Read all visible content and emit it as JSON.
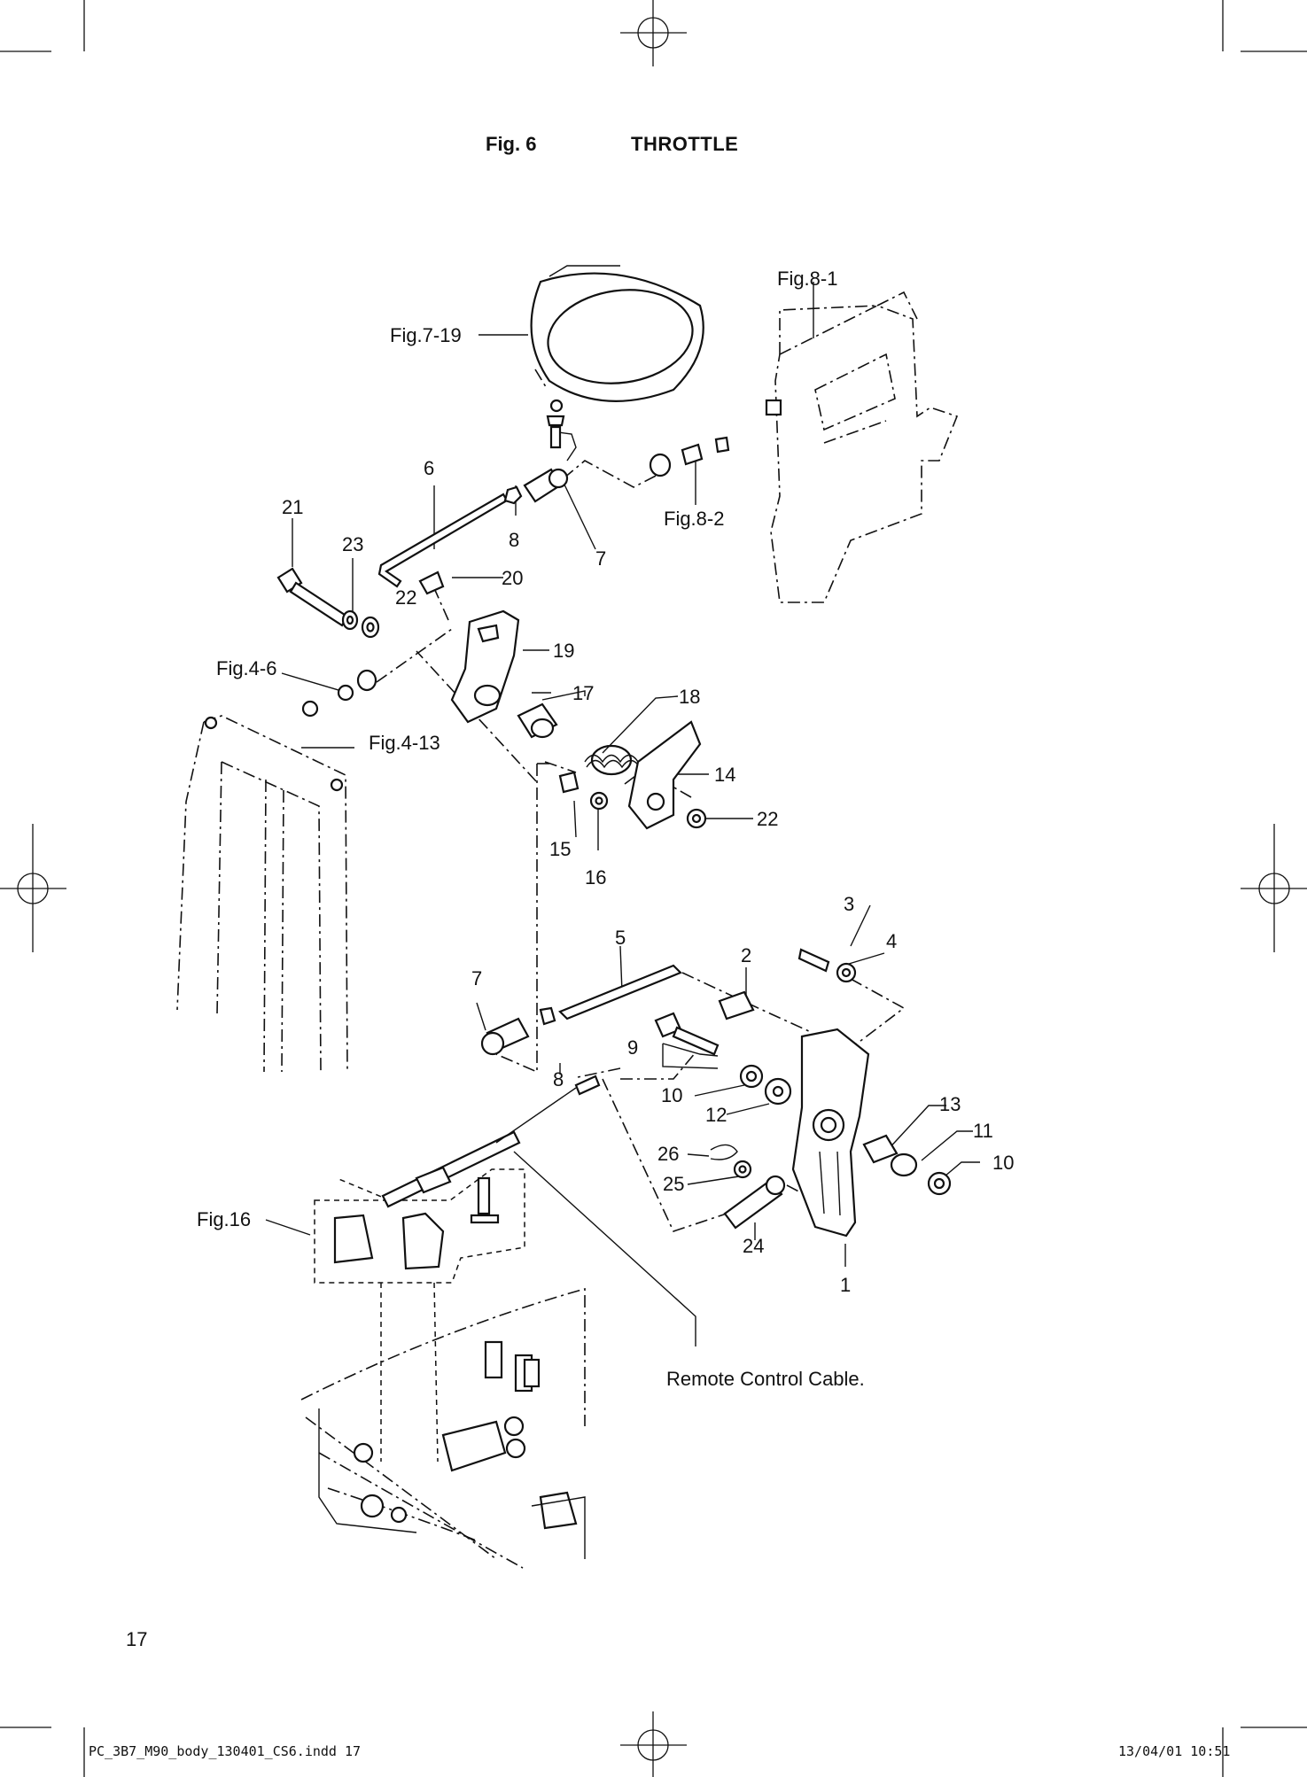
{
  "header": {
    "fig": "Fig. 6",
    "title": "THROTTLE"
  },
  "page_number": "17",
  "footer": {
    "file": "PC_3B7_M90_body_130401_CS6.indd   17",
    "date": "13/04/01   10:51"
  },
  "refs": {
    "fig_8_1": "Fig.8-1",
    "fig_7_19": "Fig.7-19",
    "fig_8_2": "Fig.8-2",
    "fig_4_6": "Fig.4-6",
    "fig_4_13": "Fig.4-13",
    "fig_16": "Fig.16",
    "cable": "Remote Control Cable."
  },
  "parts": {
    "p21": "21",
    "p23": "23",
    "p22a": "22",
    "p6": "6",
    "p8a": "8",
    "p7a": "7",
    "p20": "20",
    "p19": "19",
    "p17": "17",
    "p18": "18",
    "p14": "14",
    "p22b": "22",
    "p15": "15",
    "p16": "16",
    "p3": "3",
    "p4": "4",
    "p5": "5",
    "p2": "2",
    "p7b": "7",
    "p8b": "8",
    "p9": "9",
    "p10a": "10",
    "p12": "12",
    "p13": "13",
    "p11": "11",
    "p10b": "10",
    "p26": "26",
    "p25": "25",
    "p24": "24",
    "p1": "1"
  }
}
